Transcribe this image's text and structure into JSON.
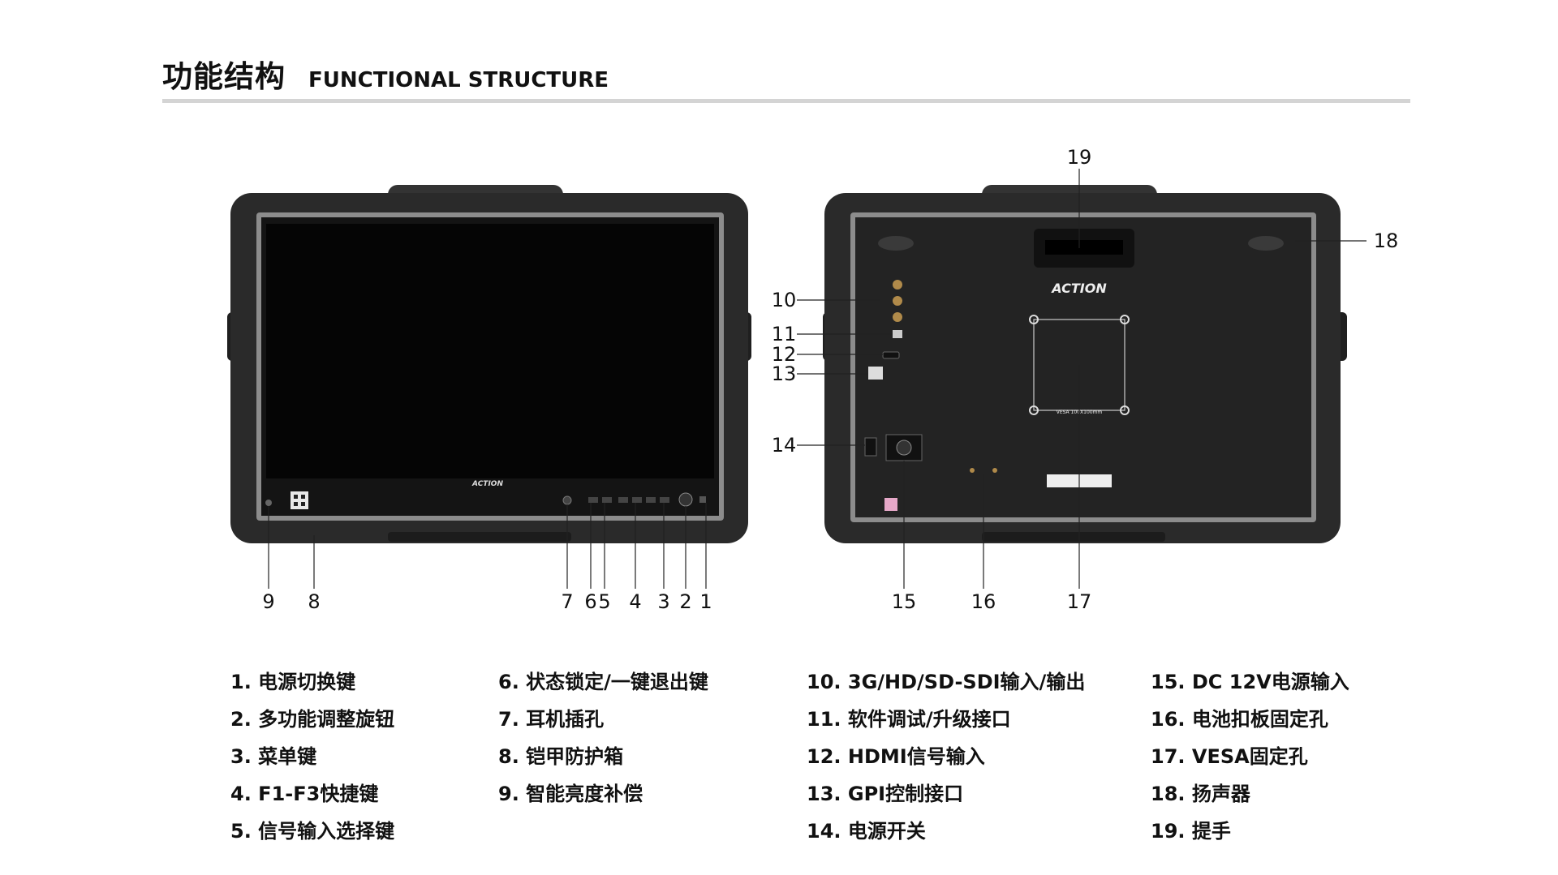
{
  "header": {
    "title_cn": "功能结构",
    "title_en": "FUNCTIONAL STRUCTURE"
  },
  "front": {
    "brand": "ACTION",
    "callouts": [
      "9",
      "8",
      "7",
      "6",
      "5",
      "4",
      "3",
      "2",
      "1"
    ]
  },
  "back": {
    "brand": "ACTION",
    "vesa_label": "VESA 100X100mm",
    "callouts": [
      "19",
      "18",
      "10",
      "11",
      "12",
      "13",
      "14",
      "15",
      "16",
      "17"
    ]
  },
  "legend": {
    "col1": [
      "1. 电源切换键",
      "2. 多功能调整旋钮",
      "3. 菜单键",
      "4. F1-F3快捷键",
      "5. 信号输入选择键"
    ],
    "col2": [
      "6. 状态锁定/一键退出键",
      "7. 耳机插孔",
      "8. 铠甲防护箱",
      "9. 智能亮度补偿"
    ],
    "col3": [
      "10. 3G/HD/SD-SDI输入/输出",
      "11. 软件调试/升级接口",
      "12. HDMI信号输入",
      "13. GPI控制接口",
      "14. 电源开关"
    ],
    "col4": [
      "15. DC 12V电源输入",
      "16. 电池扣板固定孔",
      "17. VESA固定孔",
      "18. 扬声器",
      "19. 提手"
    ]
  },
  "colors": {
    "case": "#2a2a2a",
    "latch": "#d6263b",
    "screen": "#050505",
    "rim": "#8c8c8c",
    "rule": "#d4d4d4"
  }
}
